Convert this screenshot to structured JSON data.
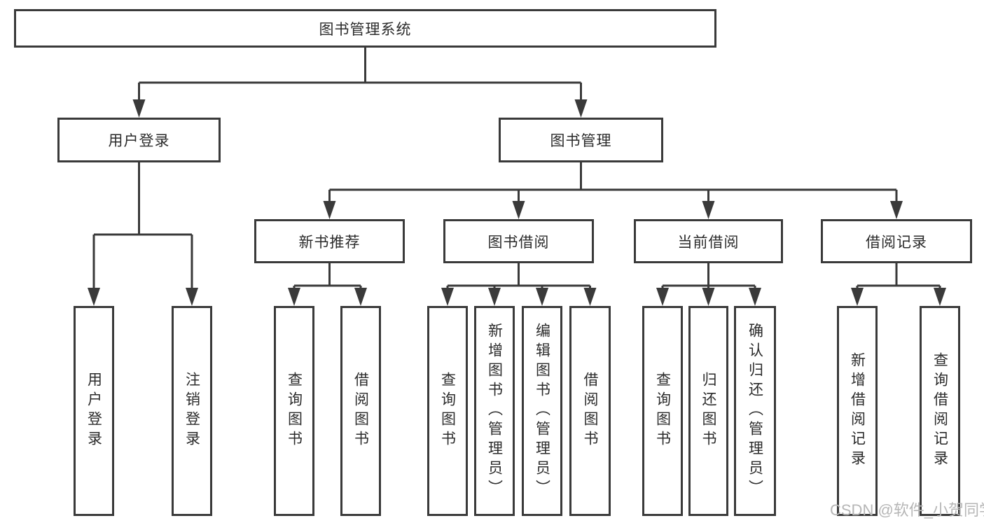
{
  "nodes": {
    "root": {
      "label": "图书管理系统"
    },
    "user_login": {
      "label": "用户登录"
    },
    "book_mgmt": {
      "label": "图书管理"
    },
    "new_books": {
      "label": "新书推荐"
    },
    "book_borrow": {
      "label": "图书借阅"
    },
    "current_borrow": {
      "label": "当前借阅"
    },
    "borrow_records": {
      "label": "借阅记录"
    },
    "leaves": {
      "login": [
        "用户登录",
        "注销登录"
      ],
      "recommend": [
        "查询图书",
        "借阅图书"
      ],
      "borrow": [
        "查询图书",
        "新增图书（管理员）",
        "编辑图书（管理员）",
        "借阅图书"
      ],
      "current": [
        "查询图书",
        "归还图书",
        "确认归还（管理员）"
      ],
      "records": [
        "新增借阅记录",
        "查询借阅记录"
      ]
    }
  },
  "watermark": "CSDN @软件_小贺同学",
  "colors": {
    "line": "#3a3a3a",
    "text": "#2b2b2b",
    "watermark": "#b6b6b6",
    "box_background": "#ffffff"
  }
}
